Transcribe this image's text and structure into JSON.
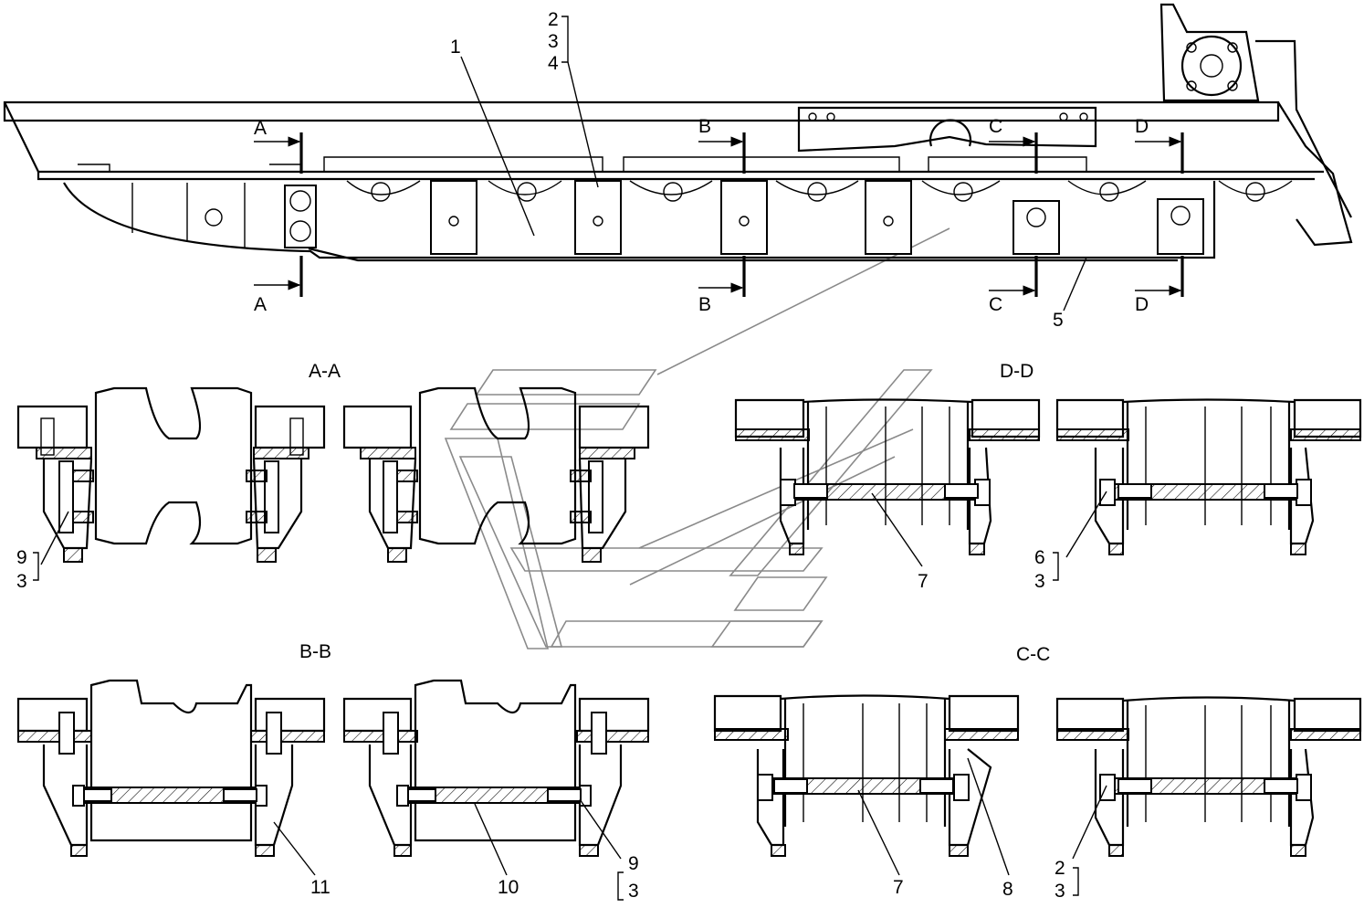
{
  "callouts": {
    "c1": "1",
    "c2": "2",
    "c3": "3",
    "c4": "4",
    "c5": "5",
    "c6": "6",
    "c7": "7",
    "c8": "8",
    "c9": "9",
    "c10": "10",
    "c11": "11"
  },
  "cut_marks": {
    "a": "A",
    "b": "B",
    "c": "C",
    "d": "D"
  },
  "sections": {
    "aa": "A-A",
    "bb": "B-B",
    "cc": "C-C",
    "dd": "D-D"
  }
}
